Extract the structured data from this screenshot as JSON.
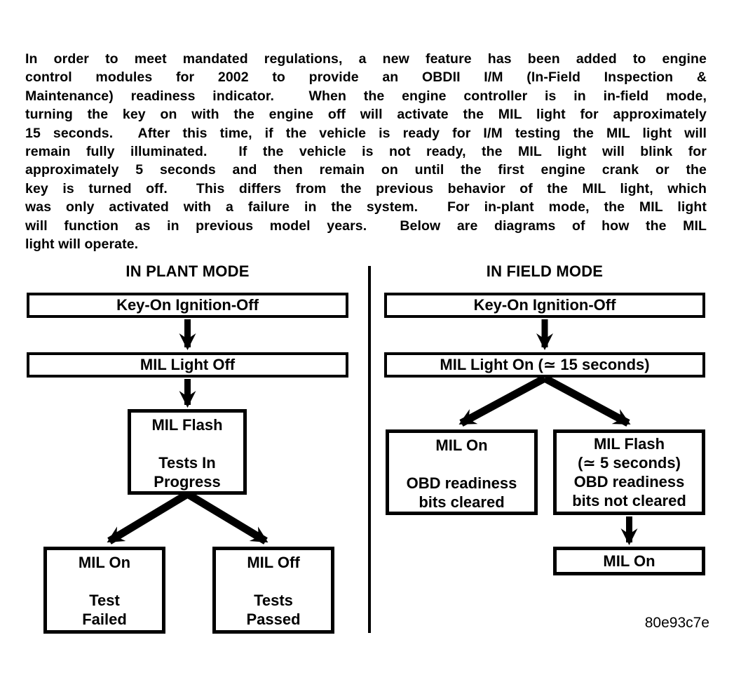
{
  "page": {
    "background_color": "#ffffff",
    "ink_color": "#000000"
  },
  "paragraph": {
    "lines": [
      "In order to meet mandated regulations, a new feature has been added to engine",
      "control modules for 2002 to provide an OBDII I/M (In-Field Inspection &",
      "Maintenance) readiness indicator.  When the engine controller is in in-field mode,",
      "turning the key on with the engine off will activate the MIL light for approximately",
      "15 seconds.  After this time, if the vehicle is ready for I/M testing the MIL light will",
      "remain fully illuminated.  If the vehicle is not ready, the MIL light will blink for",
      "approximately 5 seconds and then remain on until the first engine crank or the",
      "key is turned off.  This differs from the previous behavior of the MIL light, which",
      "was only activated with a failure in the system.  For in-plant mode, the MIL light",
      "will function as in previous model years.  Below are diagrams of how the MIL",
      "light will operate."
    ]
  },
  "in_plant": {
    "title": "IN PLANT MODE",
    "box_key_on": "Key-On Ignition-Off",
    "box_mil_light_off": "MIL Light Off",
    "box_mil_flash": {
      "line1": "MIL Flash",
      "line2": "Tests In",
      "line3": "Progress"
    },
    "box_test_failed": {
      "line1": "MIL On",
      "line2": "Test",
      "line3": "Failed"
    },
    "box_tests_passed": {
      "line1": "MIL Off",
      "line2": "Tests",
      "line3": "Passed"
    }
  },
  "in_field": {
    "title": "IN FIELD MODE",
    "box_key_on": "Key-On Ignition-Off",
    "box_mil_light_on": "MIL Light On (≃ 15 seconds)",
    "box_bits_cleared": {
      "line1": "MIL On",
      "line2": "OBD readiness",
      "line3": "bits cleared"
    },
    "box_bits_not_cleared": {
      "line1": "MIL Flash",
      "line2": "(≃ 5 seconds)",
      "line3": "OBD readiness",
      "line4": "bits not cleared"
    },
    "box_mil_on_final": "MIL On"
  },
  "figure_code": "80e93c7e"
}
